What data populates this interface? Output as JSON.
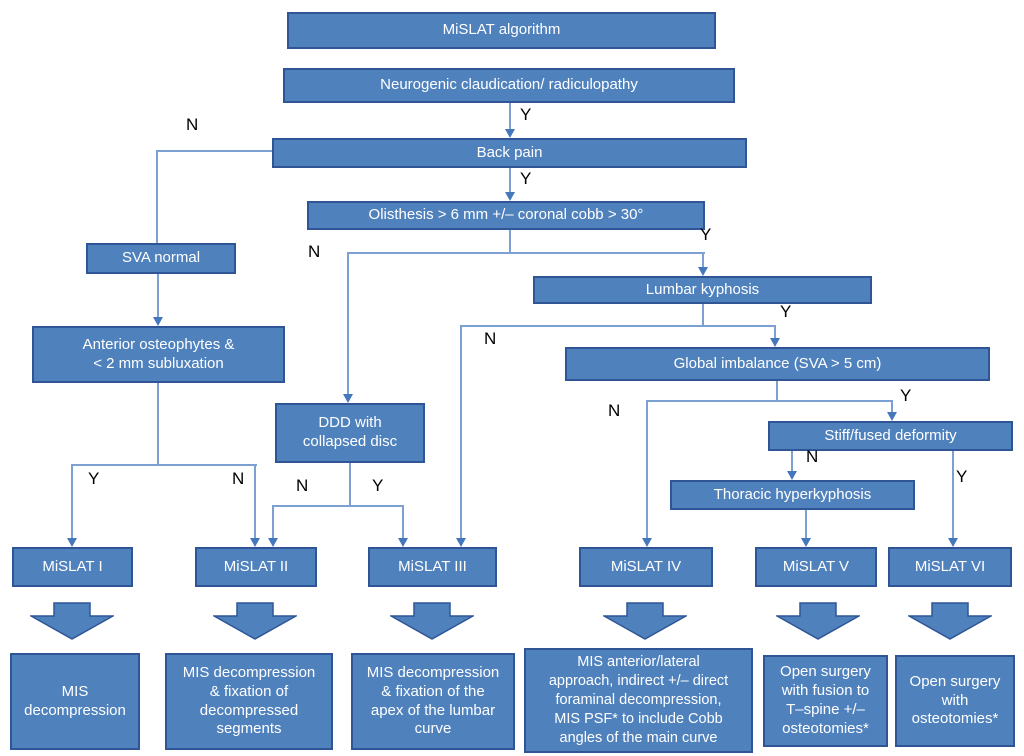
{
  "labels": {
    "yes": "Y",
    "no": "N"
  },
  "colors": {
    "box_fill": "#4f81bd",
    "box_border": "#2f5597",
    "connector_line": "#7da0d2",
    "arrowhead": "#4577bd",
    "box_text": "#ffffff",
    "edge_label_text": "#000000",
    "background": "#ffffff"
  },
  "nodes": {
    "algorithm": "MiSLAT algorithm",
    "neurogenic": "Neurogenic claudication/ radiculopathy",
    "back_pain": "Back pain",
    "olisthesis": "Olisthesis > 6 mm +/– coronal cobb > 30°",
    "sva_normal": "SVA normal",
    "anterior_osteophytes": "Anterior osteophytes &\n< 2 mm subluxation",
    "ddd": "DDD with\ncollapsed disc",
    "lumbar_kyphosis": "Lumbar kyphosis",
    "global_imbalance": "Global imbalance  (SVA > 5 cm)",
    "stiff_fused": "Stiff/fused deformity",
    "thoracic_hyperkyphosis": "Thoracic hyperkyphosis",
    "mislat_1": "MiSLAT I",
    "mislat_2": "MiSLAT II",
    "mislat_3": "MiSLAT III",
    "mislat_4": "MiSLAT IV",
    "mislat_5": "MiSLAT V",
    "mislat_6": "MiSLAT VI",
    "outcome_1": "MIS\ndecompression",
    "outcome_2": "MIS decompression\n& fixation of\ndecompressed\nsegments",
    "outcome_3": "MIS decompression\n& fixation of the\napex of the lumbar\ncurve",
    "outcome_4": "MIS anterior/lateral\napproach, indirect +/– direct\nforaminal decompression,\nMIS PSF* to include Cobb\nangles of the main curve",
    "outcome_5": "Open surgery\nwith fusion to\nT–spine +/–\nosteotomies*",
    "outcome_6": "Open surgery\nwith\nosteotomies*"
  }
}
